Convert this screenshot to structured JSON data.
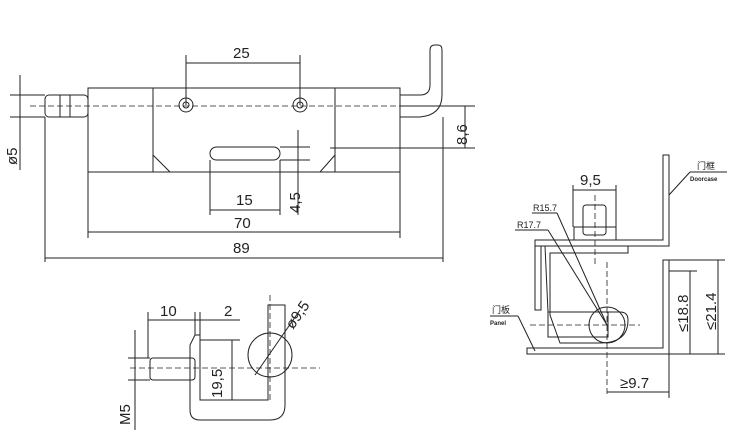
{
  "top_view": {
    "dim_25": "25",
    "dim_70": "70",
    "dim_89": "89",
    "dim_15": "15",
    "dim_4_5": "4,5",
    "dim_8_6": "8,6",
    "dim_d5": "ø5"
  },
  "side_view": {
    "dim_10": "10",
    "dim_2": "2",
    "dim_d9_5": "ø9,5",
    "dim_19_5": "19,5",
    "dim_m5": "M5"
  },
  "install_view": {
    "dim_9_5": "9,5",
    "r15_7": "R15.7",
    "r17_7": "R17.7",
    "dim_18_8": "≤18.8",
    "dim_21_4": "≤21.4",
    "dim_9_7": "≥9.7",
    "doorcase_cn": "门框",
    "doorcase_en": "Doorcase",
    "panel_cn": "门板",
    "panel_en": "Panel"
  }
}
